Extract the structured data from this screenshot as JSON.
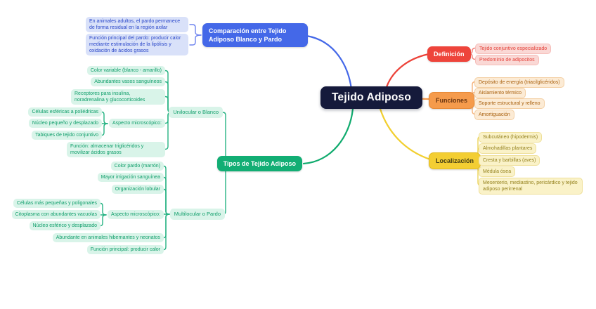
{
  "root": {
    "label": "Tejido Adiposo",
    "bg": "#151A3B",
    "text_color": "#FFFFFF"
  },
  "colors": {
    "comparacion": "#4468E8",
    "definicion": "#EE443B",
    "funciones": "#F59B4C",
    "localizacion": "#F3CE33",
    "tipos": "#12AE74"
  },
  "branches": {
    "comparacion": {
      "label": "Comparación entre Tejido Adiposo Blanco y Pardo",
      "children": [
        {
          "label": "En animales adultos, el pardo permanece de forma residual en la región axilar"
        },
        {
          "label": "Función principal del pardo: producir calor mediante estimulación de la lipólisis y oxidación de ácidos grasos"
        }
      ]
    },
    "definicion": {
      "label": "Definición",
      "children": [
        {
          "label": "Tejido conjuntivo especializado"
        },
        {
          "label": "Predominio de adipocitos"
        }
      ]
    },
    "funciones": {
      "label": "Funciones",
      "children": [
        {
          "label": "Depósito de energía (triacilglicéridos)"
        },
        {
          "label": "Aislamiento térmico"
        },
        {
          "label": "Soporte estructural y relleno"
        },
        {
          "label": "Amortiguación"
        }
      ]
    },
    "localizacion": {
      "label": "Localización",
      "children": [
        {
          "label": "Subcutáneo (hipodermis)"
        },
        {
          "label": "Almohadillas plantares"
        },
        {
          "label": "Cresta y barbillas (aves)"
        },
        {
          "label": "Médula ósea"
        },
        {
          "label": "Mesenterio, mediastino, pericárdico y tejido adiposo perirrenal"
        }
      ]
    },
    "tipos": {
      "label": "Tipos de Tejido Adiposo",
      "children": [
        {
          "label": "Unilocular o Blanco",
          "children": [
            {
              "label": "Color variable (blanco - amarillo)"
            },
            {
              "label": "Abundantes vasos sanguíneos"
            },
            {
              "label": "Receptores para insulina, noradrenalina y glucocorticoides"
            },
            {
              "label": "Aspecto microscópico:",
              "children": [
                {
                  "label": "Células esféricas a poliédricas"
                },
                {
                  "label": "Núcleo pequeño y desplazado"
                },
                {
                  "label": "Tabiques de tejido conjuntivo"
                }
              ]
            },
            {
              "label": "Función: almacenar triglicéridos y movilizar ácidos grasos"
            }
          ]
        },
        {
          "label": "Multilocular o Pardo",
          "children": [
            {
              "label": "Color pardo (marrón)"
            },
            {
              "label": "Mayor irrigación sanguínea"
            },
            {
              "label": "Organización lobular"
            },
            {
              "label": "Aspecto microscópico:",
              "children": [
                {
                  "label": "Células más pequeñas y poligonales"
                },
                {
                  "label": "Citoplasma con abundantes vacuolas"
                },
                {
                  "label": "Núcleo esférico y desplazado"
                }
              ]
            },
            {
              "label": "Abundante en animales hibernantes y neonatos"
            },
            {
              "label": "Función principal: producir calor"
            }
          ]
        }
      ]
    }
  }
}
